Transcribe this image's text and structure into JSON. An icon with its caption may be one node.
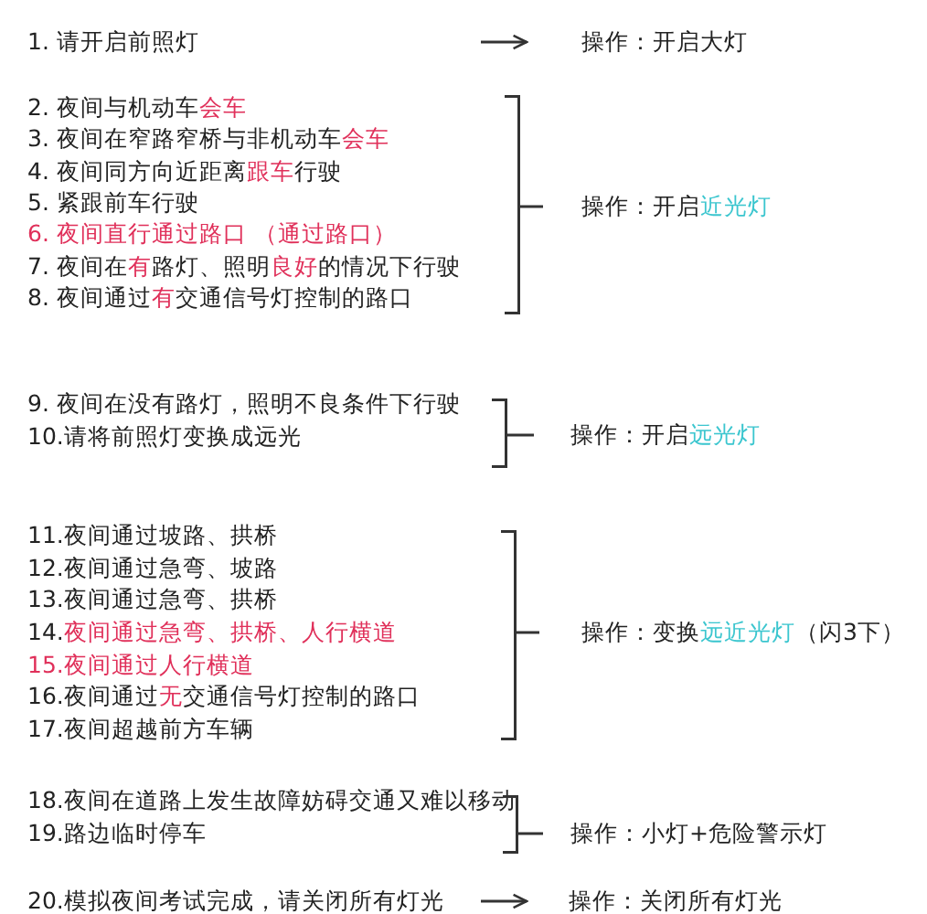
{
  "diagram": {
    "nodes": [
      {
        "text": [
          "1. 请开启前照灯"
        ]
      },
      {
        "text": [
          "操作：开启大灯"
        ]
      },
      {
        "text": [
          "2. 夜间与机动车**会车**"
        ]
      },
      {
        "text": [
          "3. 夜间在窄路窄桥与非机动车**会车**"
        ]
      },
      {
        "text": [
          "4. 夜间同方向近距离**跟车**行驶"
        ]
      },
      {
        "text": [
          "5. 紧跟前车行驶"
        ]
      },
      {
        "text": [
          "6. 夜间直行通过路口 （通过路口）"
        ]
      },
      {
        "text": [
          "7. 夜间在**有**路灯、照明**良好**的情况下行驶"
        ]
      },
      {
        "text": [
          "8. 夜间通过**有**交通信号灯控制的路口"
        ]
      },
      {
        "text": [],
        "shape": "bracket"
      },
      {
        "text": [
          "操作：开启**近光灯**"
        ]
      },
      {
        "text": [
          "9. 夜间在没有路灯，照明不良条件下行驶"
        ]
      },
      {
        "text": [
          "10.请将前照灯变换成远光"
        ]
      },
      {
        "text": [],
        "shape": "bracket"
      },
      {
        "text": [
          "操作：开启**远光灯**"
        ]
      },
      {
        "text": [
          "11.夜间通过坡路、拱桥"
        ]
      },
      {
        "text": [
          "12.夜间通过急弯、坡路"
        ]
      },
      {
        "text": [
          "13.夜间通过急弯、拱桥"
        ]
      },
      {
        "text": [
          "14.**夜间通过急弯、拱桥、人行横道**"
        ]
      },
      {
        "text": [
          "15.夜间通过人行横道"
        ]
      },
      {
        "text": [
          "16.夜间通过**无**交通信号灯控制的路口"
        ]
      },
      {
        "text": [
          "17.夜间超越前方车辆"
        ]
      },
      {
        "text": [],
        "shape": "bracket"
      },
      {
        "text": [
          "操作：变换**远近光灯**（闪3下）"
        ]
      },
      {
        "text": [
          "18.夜间在道路上发生故障妨碍交通又难以移动"
        ]
      },
      {
        "text": [
          "19.路边临时停车"
        ]
      },
      {
        "text": [],
        "shape": "bracket"
      },
      {
        "text": [
          "操作：小灯+危险警示灯"
        ]
      },
      {
        "text": [
          "20.模拟夜间考试完成，请关闭所有灯光"
        ]
      },
      {
        "text": [
          "操作：关闭所有灯光"
        ]
      }
    ],
    "edges": [
      {
        "from": null,
        "to": 1,
        "arrow": "to"
      },
      {
        "from": 9,
        "to": 10,
        "arrow": "none"
      },
      {
        "from": 13,
        "to": 14,
        "arrow": "none"
      },
      {
        "from": 22,
        "to": 23,
        "arrow": "none"
      },
      {
        "from": 26,
        "to": 27,
        "arrow": "none"
      },
      {
        "from": 28,
        "to": 29,
        "arrow": "to"
      }
    ]
  }
}
